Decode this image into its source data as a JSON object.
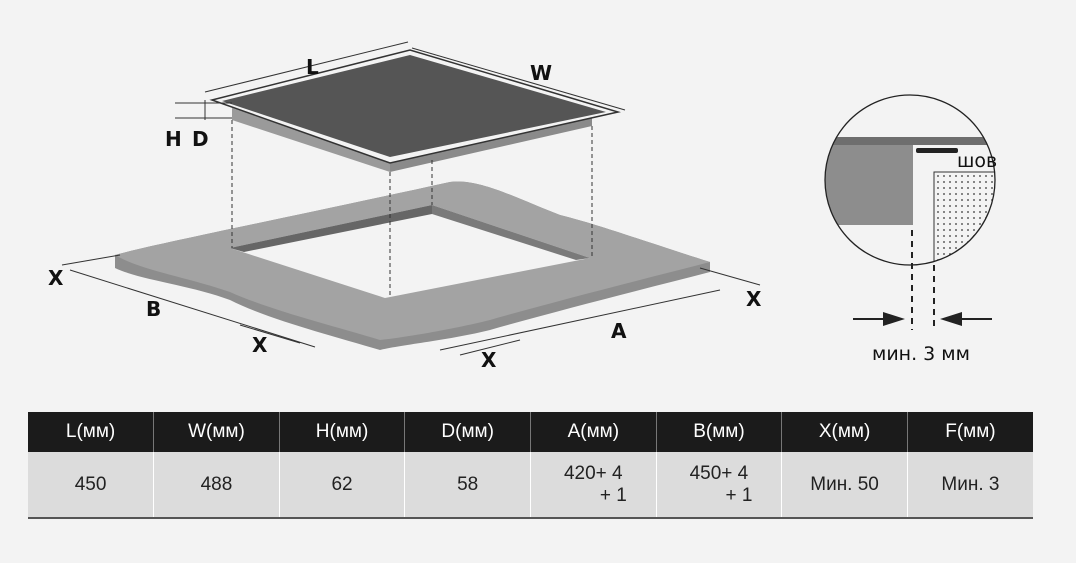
{
  "diagram": {
    "labels": {
      "L": "L",
      "W": "W",
      "H": "H",
      "D": "D",
      "B": "B",
      "A": "A",
      "X": "X"
    },
    "detail": {
      "seam": "шов",
      "gap": "мин. 3 мм"
    }
  },
  "table": {
    "headers": [
      "L(мм)",
      "W(мм)",
      "H(мм)",
      "D(мм)",
      "A(мм)",
      "B(мм)",
      "X(мм)",
      "F(мм)"
    ],
    "values": [
      {
        "main": "450",
        "sub": ""
      },
      {
        "main": "488",
        "sub": ""
      },
      {
        "main": "62",
        "sub": ""
      },
      {
        "main": "58",
        "sub": ""
      },
      {
        "main": "420+ 4",
        "sub": "+ 1"
      },
      {
        "main": "450+ 4",
        "sub": "+ 1"
      },
      {
        "main": "Мин. 50",
        "sub": ""
      },
      {
        "main": "Мин. 3",
        "sub": ""
      }
    ]
  }
}
